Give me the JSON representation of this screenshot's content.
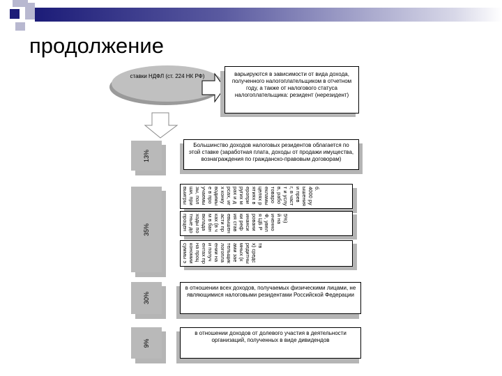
{
  "title": "продолжение",
  "ellipse": {
    "text": "ставки НДФЛ (ст. 224 НК РФ)"
  },
  "top_box": "варьируются в зависимости от вида дохода, полученного налогоплательщиком в отчетном году, а также от налогового статуса налогоплательщика: резидент (нерезидент)",
  "rates": [
    {
      "label": "13%",
      "text": "Большинство доходов налоговых резидентов облагается по этой ставке (заработная плата, доходы от продажи имущества, вознаграждения по гражданско-правовым договорам)"
    },
    {
      "label": "35%",
      "items": [
        "выигрыши, призы, получаемые в проводимых конкурсах, играх и других мероприятиях в целях рекламы товаров, работ и услуг, в части превышения 4000 руб.",
        "процентные доходы по вкладам в банках (в части превышения ставки рефинансирования ЦБ РФ, увеличенной на 5%)",
        "суммы экономии на процентах при получении налогоплательщиками заемных (кредитных) средств"
      ]
    },
    {
      "label": "30%",
      "text": "в отношении всех доходов, получаемых физическими лицами, не являющимися налоговыми резидентами Российской Федерации"
    },
    {
      "label": "9%",
      "text": "в отношении доходов от долевого участия в деятельности организаций, полученных в виде дивидендов"
    }
  ],
  "colors": {
    "header_bar": "#1c1c78",
    "label_fill": "#b9b9b9",
    "shadow": "#b5b5b5"
  }
}
